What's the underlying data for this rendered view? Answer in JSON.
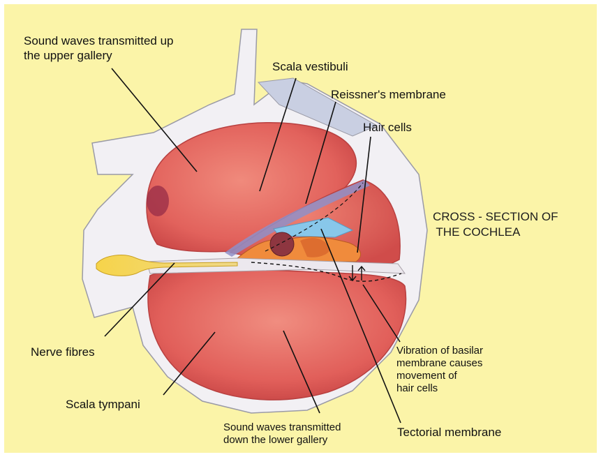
{
  "diagram": {
    "title": "CROSS - SECTION OF\n THE COCHLEA",
    "labels": {
      "sound_upper": "Sound waves transmitted up\nthe upper gallery",
      "scala_vestibuli": "Scala vestibuli",
      "reissners_membrane": "Reissner's membrane",
      "hair_cells": "Hair cells",
      "nerve_fibres": "Nerve fibres",
      "scala_tympani": "Scala tympani",
      "sound_lower": "Sound waves transmitted\ndown the lower gallery",
      "tectorial_membrane": "Tectorial membrane",
      "vibration": "Vibration of basilar\nmembrane causes\nmovement of\nhair cells"
    }
  },
  "colors": {
    "background": "#fbf4a8",
    "chamber": "#e4645e",
    "bone": "#f3f1f5",
    "nerve": "#f2c832"
  }
}
